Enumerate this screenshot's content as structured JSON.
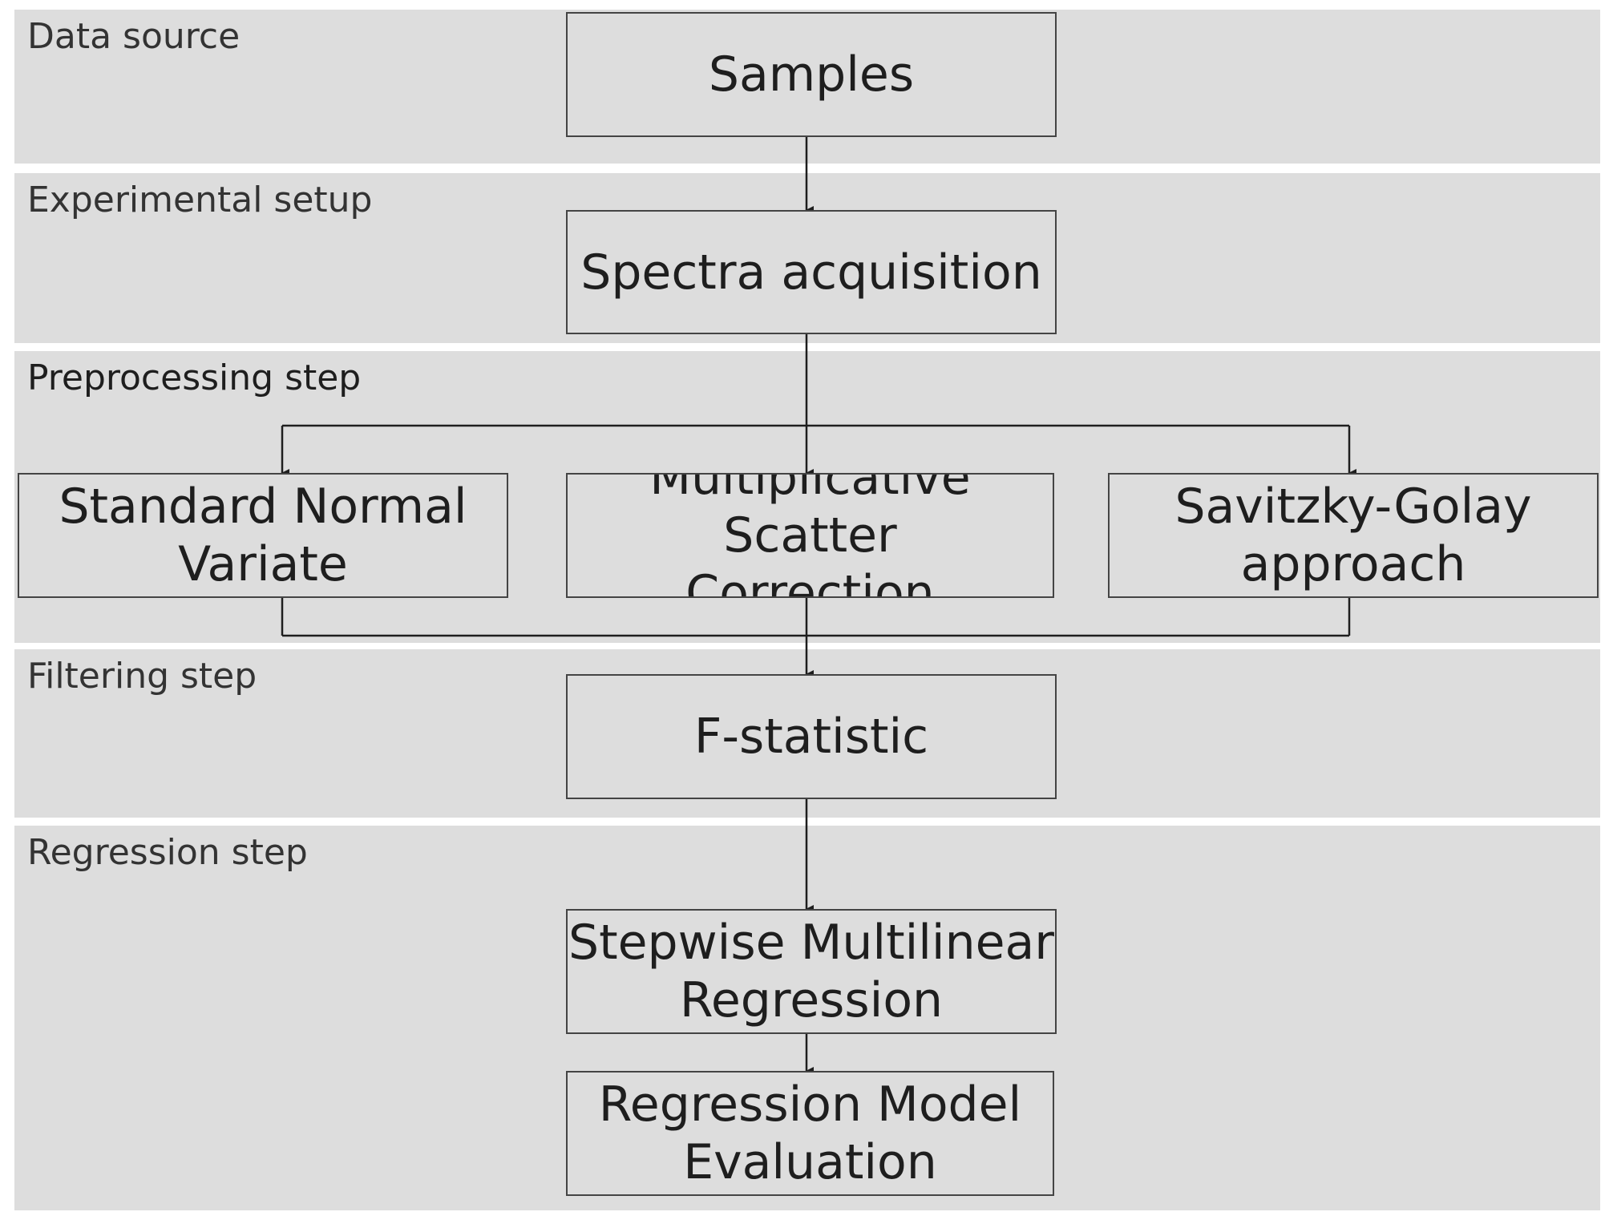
{
  "stages": {
    "data_source": "Data source",
    "experimental_setup": "Experimental setup",
    "preprocessing": "Preprocessing  step",
    "filtering": "Filtering step",
    "regression": "Regression step"
  },
  "nodes": {
    "samples": "Samples",
    "spectra_acquisition": "Spectra  acquisition",
    "snv": "Standard  Normal\nVariate",
    "msc": "Multiplicative  Scatter\nCorrection",
    "savgol": "Savitzky-Golay\napproach",
    "f_statistic": "F-statistic",
    "stepwise_mlr": "Stepwise  Multilinear\nRegression",
    "model_eval": "Regression  Model\nEvaluation"
  },
  "colors": {
    "band_fill": "#dddddd",
    "border": "#444444",
    "text": "#1e1e1e"
  }
}
